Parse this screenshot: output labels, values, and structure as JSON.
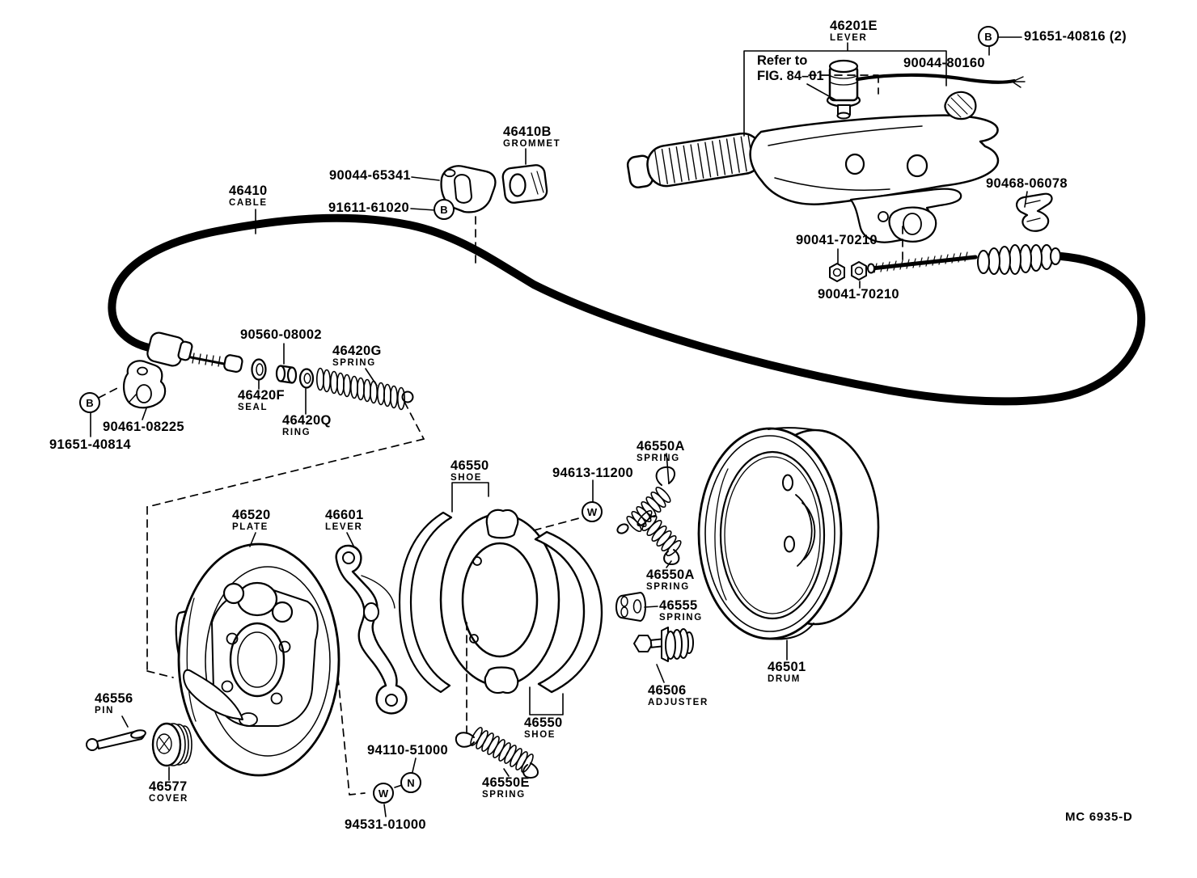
{
  "figure_code": "MC 6935-D",
  "note": {
    "line1": "Refer to",
    "line2": "FIG. 84–01"
  },
  "markers": {
    "b": "B",
    "w": "W",
    "n": "N"
  },
  "parts": [
    {
      "number": "46201E",
      "name": "LEVER"
    },
    {
      "number": "91651-40816 (2)",
      "name": ""
    },
    {
      "number": "90044-80160",
      "name": ""
    },
    {
      "number": "46410B",
      "name": "GROMMET"
    },
    {
      "number": "90044-65341",
      "name": ""
    },
    {
      "number": "91611-61020",
      "name": ""
    },
    {
      "number": "46410",
      "name": "CABLE"
    },
    {
      "number": "90468-06078",
      "name": ""
    },
    {
      "number": "90041-70210",
      "name": ""
    },
    {
      "number": "90041-70210",
      "name": ""
    },
    {
      "number": "90560-08002",
      "name": ""
    },
    {
      "number": "46420G",
      "name": "SPRING"
    },
    {
      "number": "46420F",
      "name": "SEAL"
    },
    {
      "number": "46420Q",
      "name": "RING"
    },
    {
      "number": "90461-08225",
      "name": ""
    },
    {
      "number": "91651-40814",
      "name": ""
    },
    {
      "number": "46550",
      "name": "SHOE"
    },
    {
      "number": "94613-11200",
      "name": ""
    },
    {
      "number": "46550A",
      "name": "SPRING"
    },
    {
      "number": "46550A",
      "name": "SPRING"
    },
    {
      "number": "46520",
      "name": "PLATE"
    },
    {
      "number": "46601",
      "name": "LEVER"
    },
    {
      "number": "46555",
      "name": "SPRING"
    },
    {
      "number": "46501",
      "name": "DRUM"
    },
    {
      "number": "46506",
      "name": "ADJUSTER"
    },
    {
      "number": "46556",
      "name": "PIN"
    },
    {
      "number": "46577",
      "name": "COVER"
    },
    {
      "number": "94110-51000",
      "name": ""
    },
    {
      "number": "94531-01000",
      "name": ""
    },
    {
      "number": "46550",
      "name": "SHOE"
    },
    {
      "number": "46550E",
      "name": "SPRING"
    }
  ]
}
